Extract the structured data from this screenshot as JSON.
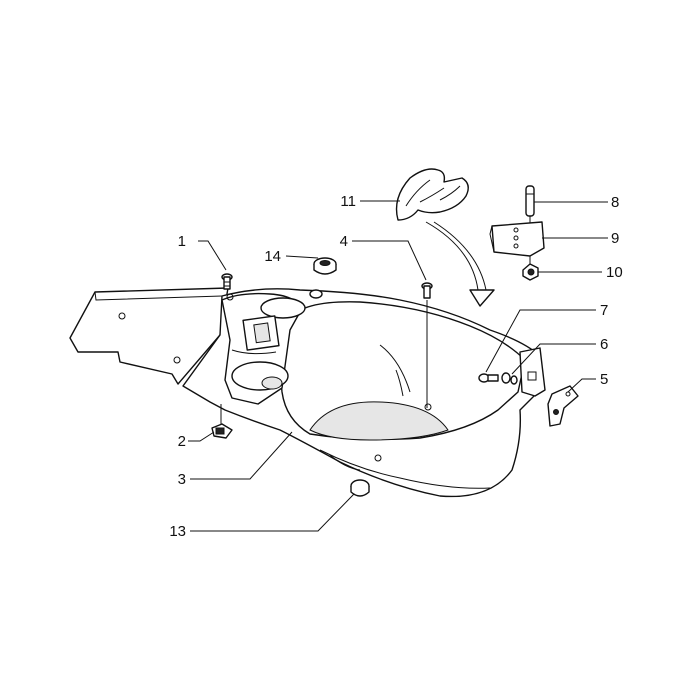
{
  "diagram": {
    "callouts": [
      {
        "id": "1",
        "label": "1"
      },
      {
        "id": "2",
        "label": "2"
      },
      {
        "id": "3",
        "label": "3"
      },
      {
        "id": "4",
        "label": "4"
      },
      {
        "id": "5",
        "label": "5"
      },
      {
        "id": "6",
        "label": "6"
      },
      {
        "id": "7",
        "label": "7"
      },
      {
        "id": "8",
        "label": "8"
      },
      {
        "id": "9",
        "label": "9"
      },
      {
        "id": "10",
        "label": "10"
      },
      {
        "id": "11",
        "label": "11"
      },
      {
        "id": "13",
        "label": "13"
      },
      {
        "id": "14",
        "label": "14"
      }
    ]
  }
}
